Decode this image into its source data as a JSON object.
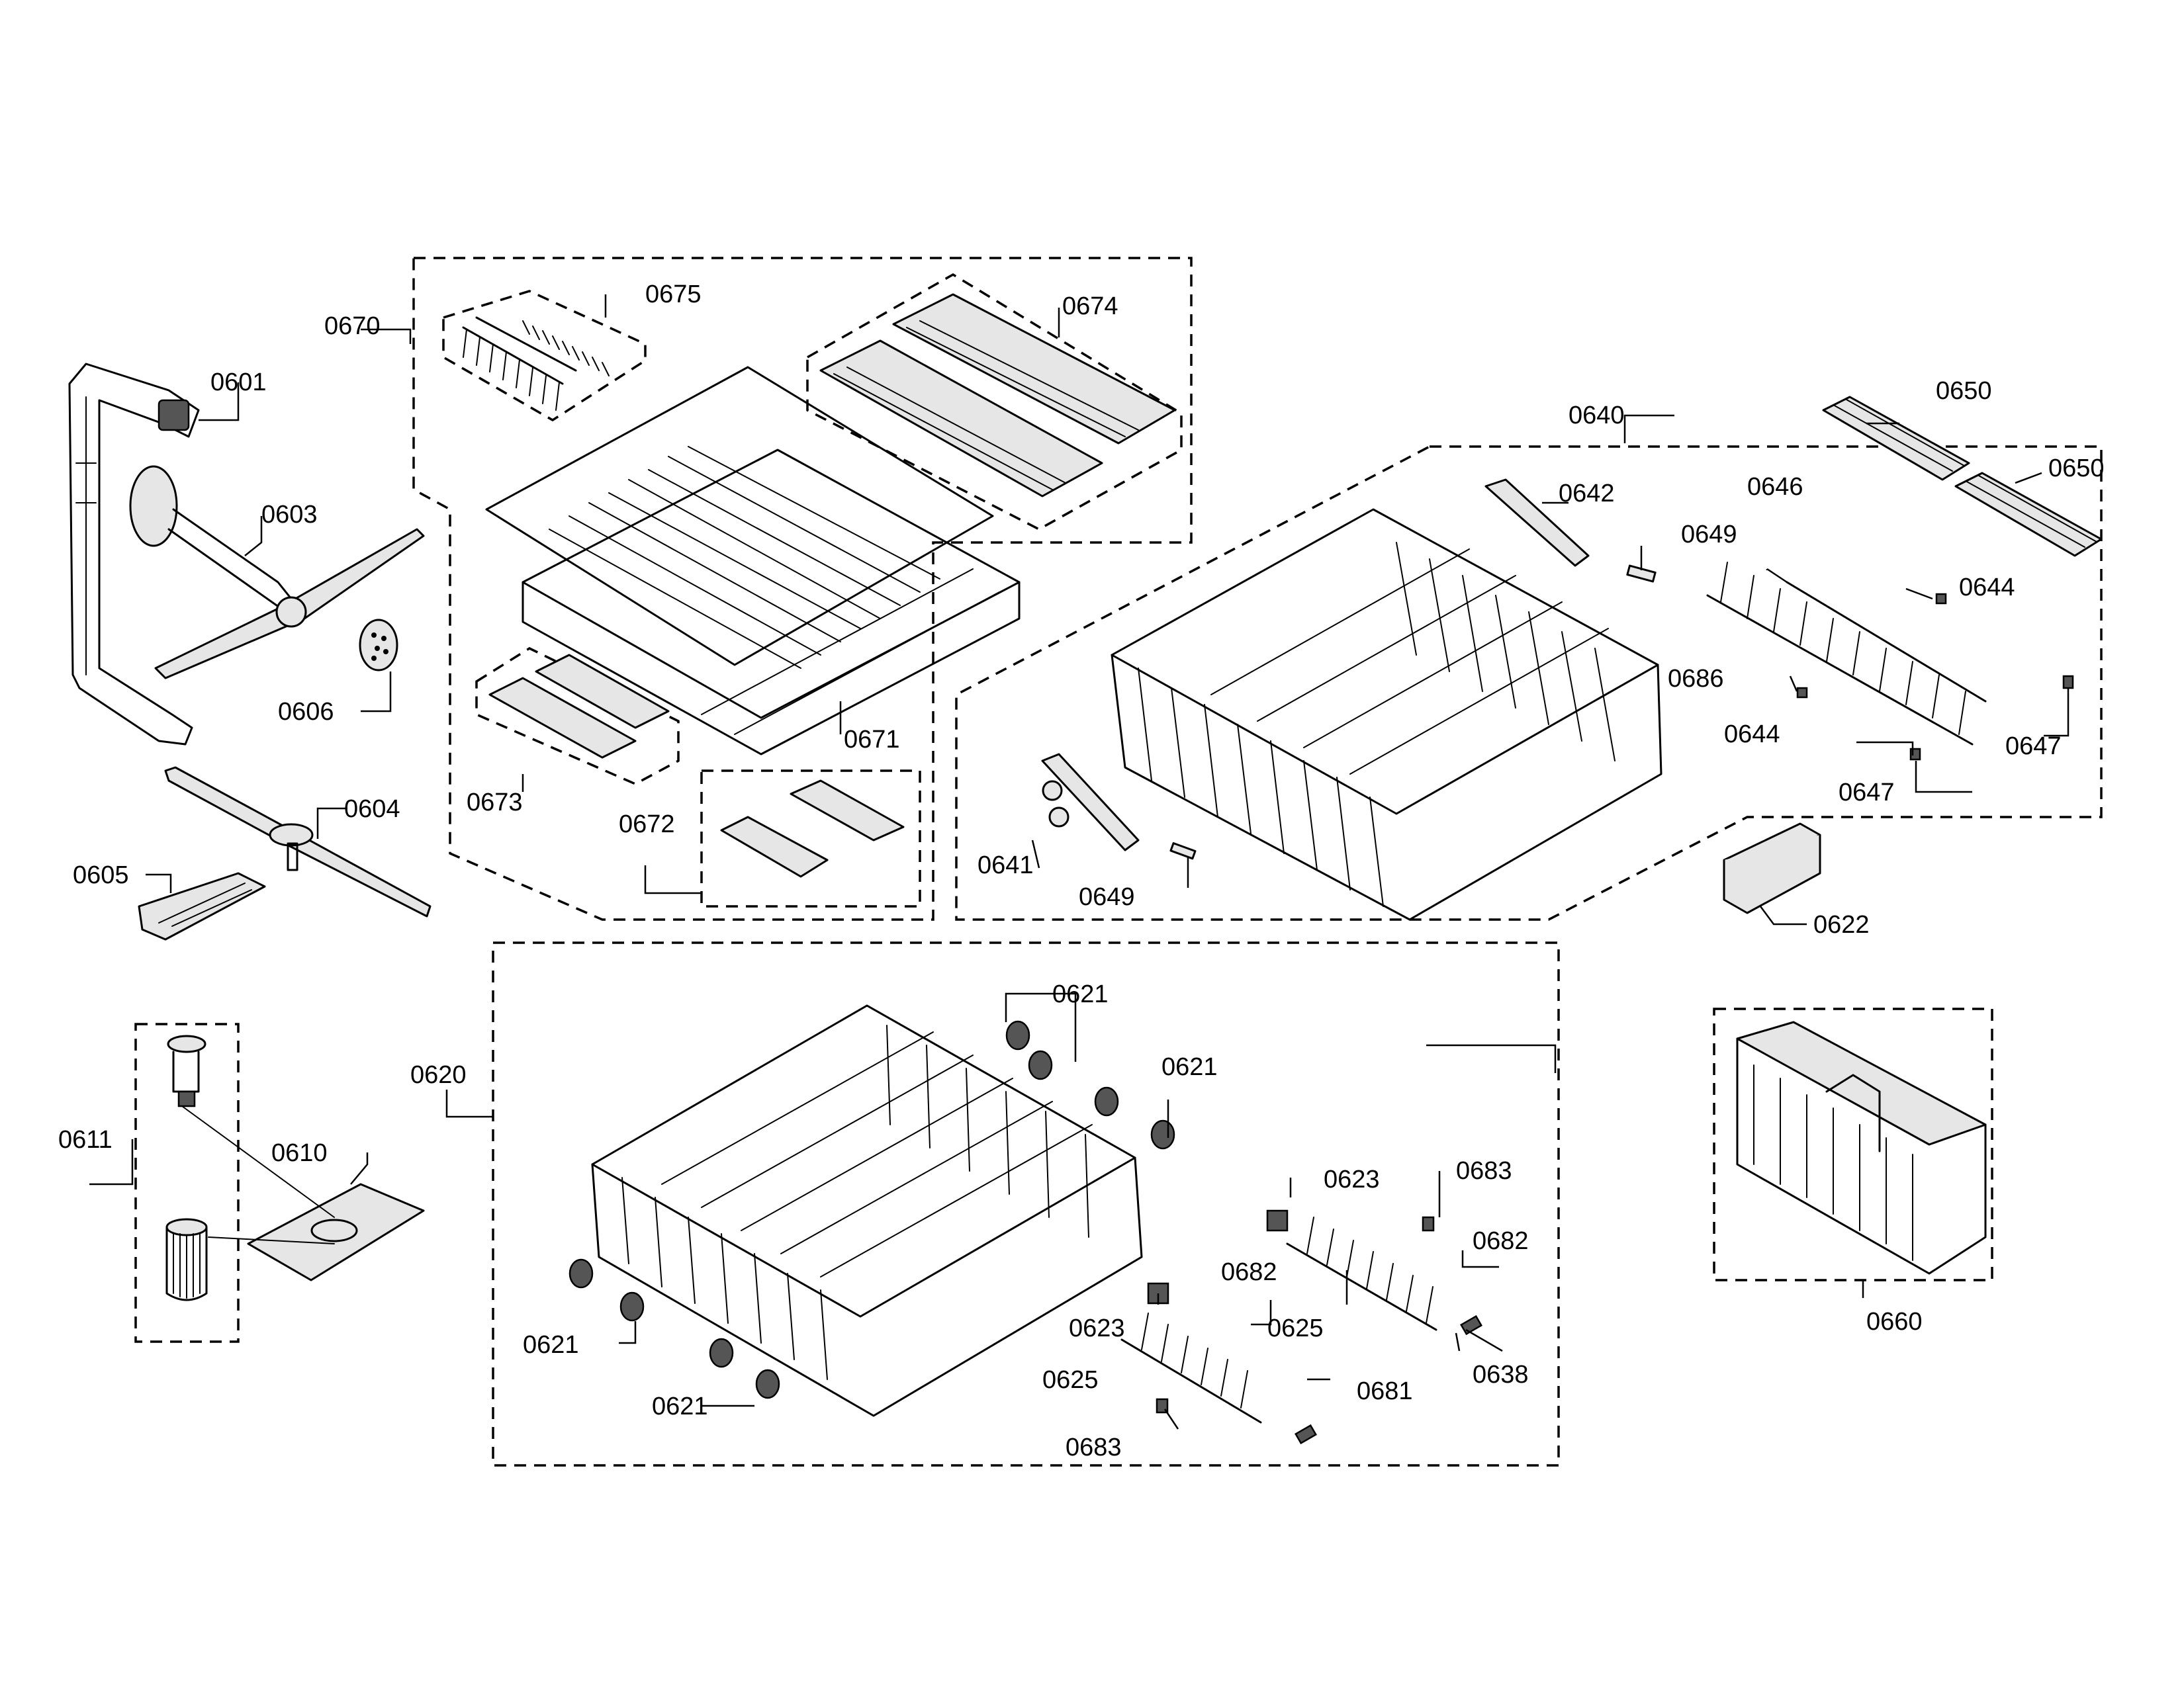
{
  "parts": {
    "p0601": "0601",
    "p0603": "0603",
    "p0604": "0604",
    "p0605": "0605",
    "p0606": "0606",
    "p0610": "0610",
    "p0611": "0611",
    "p0620": "0620",
    "p0621a": "0621",
    "p0621b": "0621",
    "p0621c": "0621",
    "p0621d": "0621",
    "p0622": "0622",
    "p0623a": "0623",
    "p0623b": "0623",
    "p0625a": "0625",
    "p0625b": "0625",
    "p0638": "0638",
    "p0640": "0640",
    "p0641": "0641",
    "p0642": "0642",
    "p0644a": "0644",
    "p0644b": "0644",
    "p0646": "0646",
    "p0647a": "0647",
    "p0647b": "0647",
    "p0649a": "0649",
    "p0649b": "0649",
    "p0650a": "0650",
    "p0650b": "0650",
    "p0660": "0660",
    "p0670": "0670",
    "p0671": "0671",
    "p0672": "0672",
    "p0673": "0673",
    "p0674": "0674",
    "p0675": "0675",
    "p0681": "0681",
    "p0682a": "0682",
    "p0682b": "0682",
    "p0683a": "0683",
    "p0683b": "0683",
    "p0686": "0686"
  }
}
